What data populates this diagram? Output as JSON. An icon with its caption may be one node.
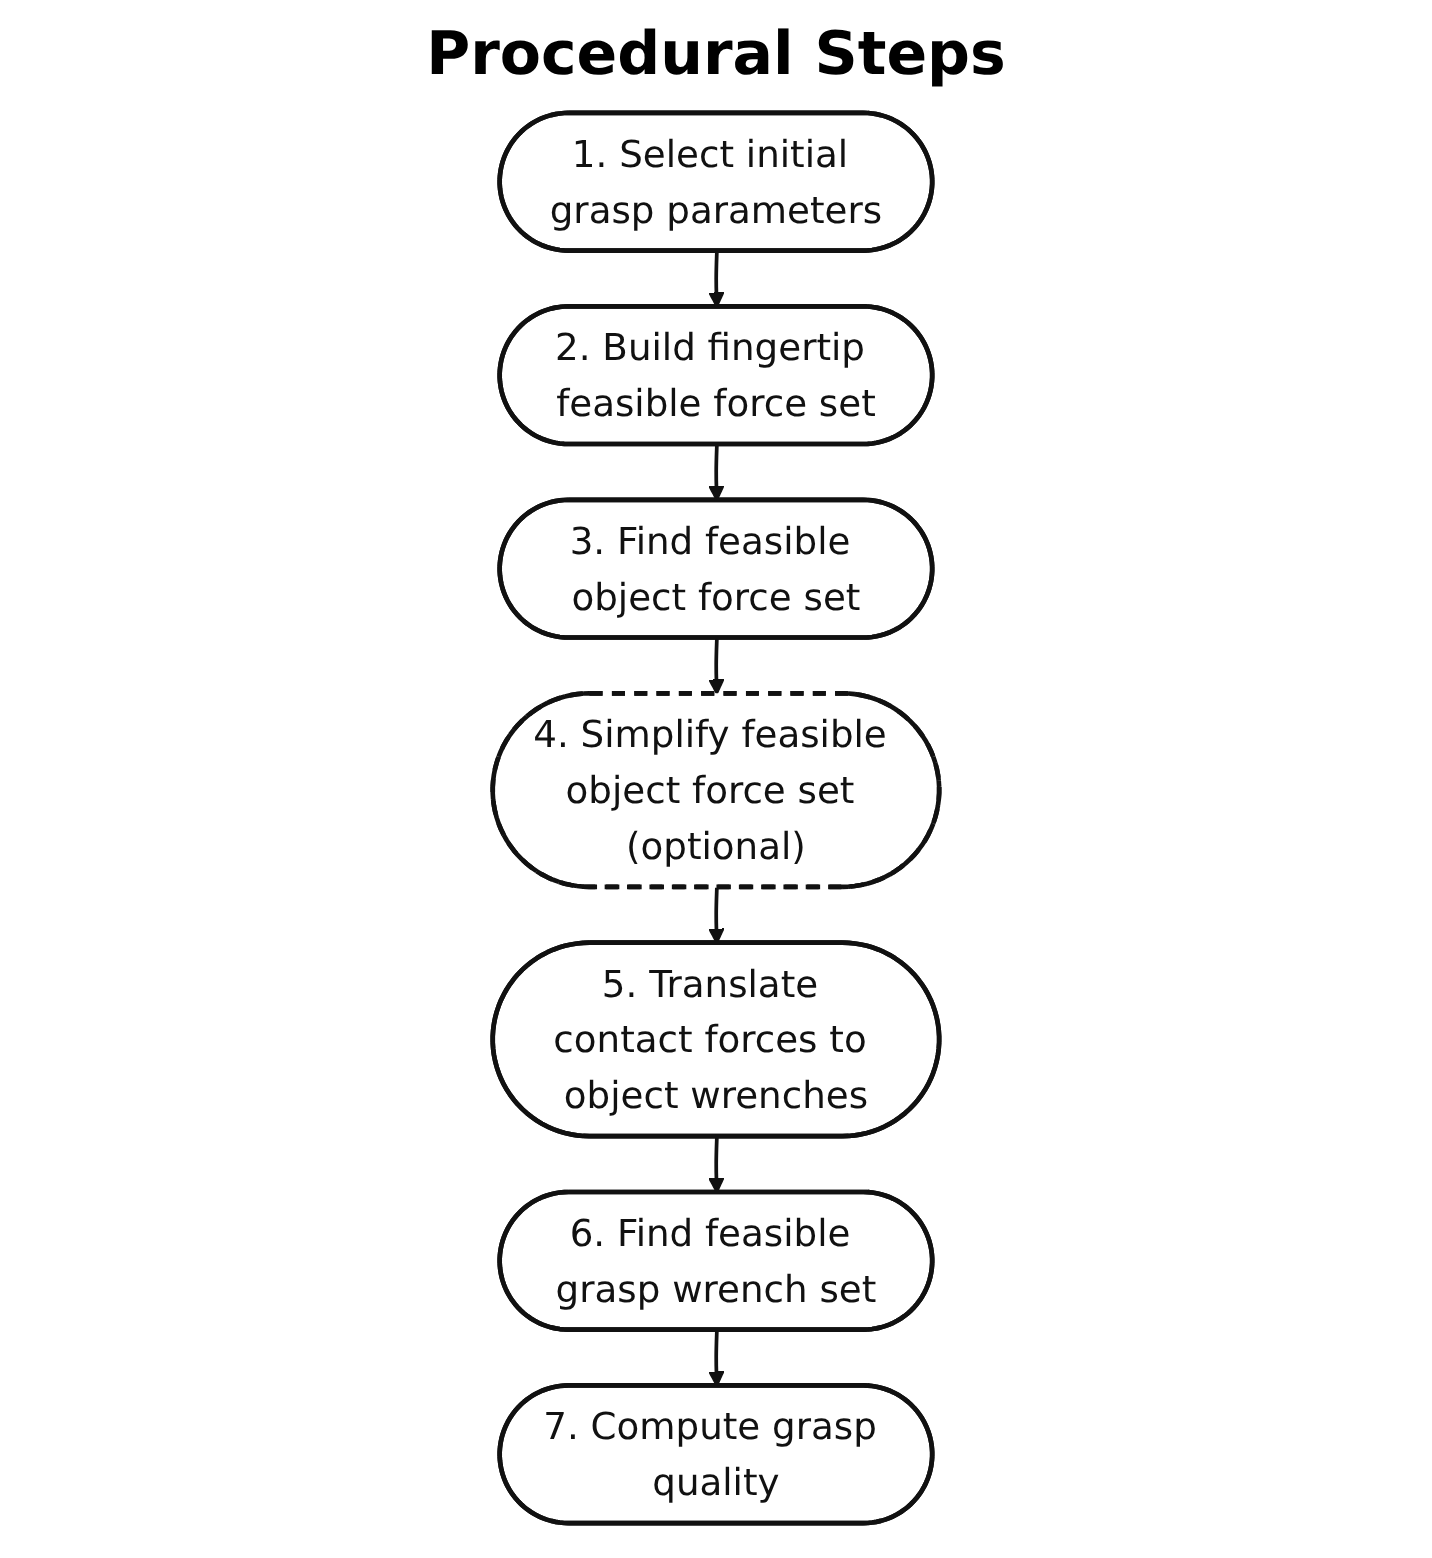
{
  "diagram": {
    "title": "Procedural Steps",
    "nodes": [
      {
        "text": [
          "1. Select initial grasp parameters"
        ]
      },
      {
        "text": [
          "2. Build fingertip feasible force set"
        ]
      },
      {
        "text": [
          "3. Find feasible object force set"
        ]
      },
      {
        "text": [
          "4. Simplify feasible object force set (optional)"
        ]
      },
      {
        "text": [
          "5. Translate contact forces to object wrenches"
        ]
      },
      {
        "text": [
          "6. Find feasible grasp wrench set"
        ]
      },
      {
        "text": [
          "7. Compute grasp quality"
        ]
      }
    ],
    "edges": [
      {
        "from": 0,
        "to": 1,
        "arrow": "to"
      },
      {
        "from": 1,
        "to": 2,
        "arrow": "to"
      },
      {
        "from": 2,
        "to": 3,
        "arrow": "to"
      },
      {
        "from": 3,
        "to": 4,
        "arrow": "to"
      },
      {
        "from": 4,
        "to": 5,
        "arrow": "to"
      },
      {
        "from": 5,
        "to": 6,
        "arrow": "to"
      }
    ]
  }
}
